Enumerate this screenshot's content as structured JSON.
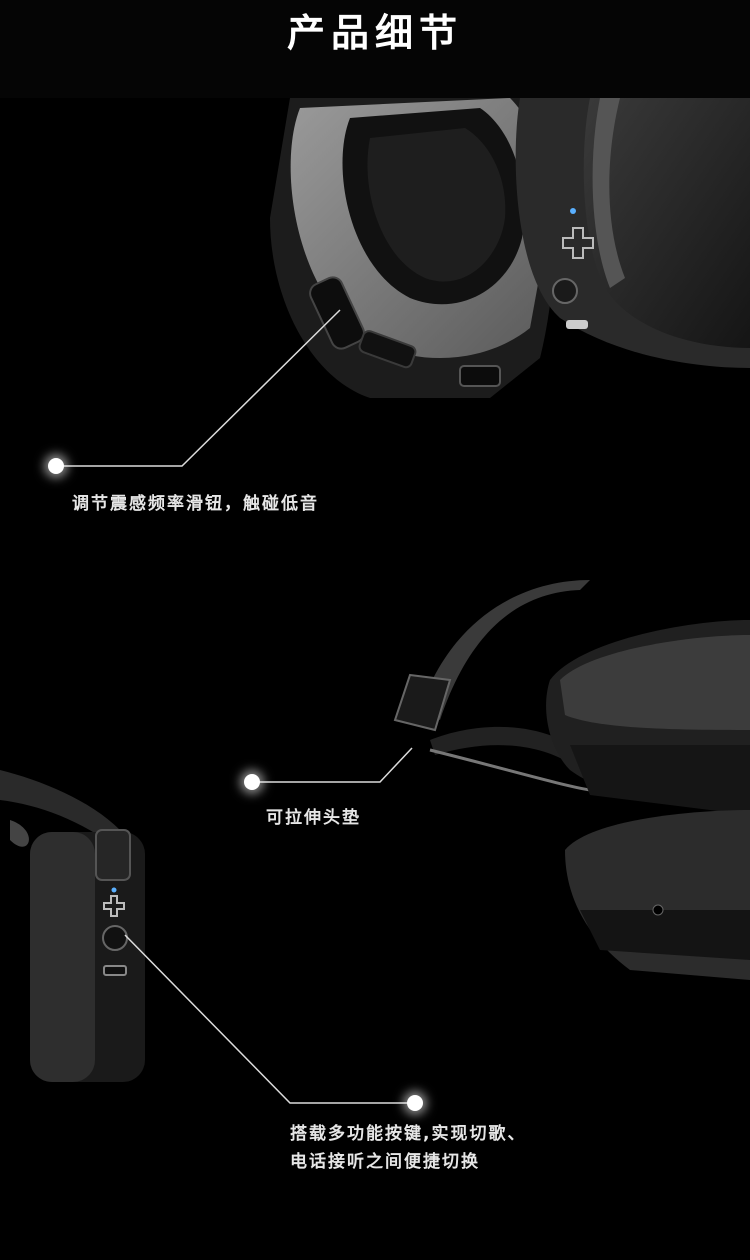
{
  "title": "产品细节",
  "callouts": [
    {
      "text": "调节震感频率滑钮，触碰低音"
    },
    {
      "text": "可拉伸头垫"
    },
    {
      "lines": [
        "搭载多功能按键,实现切歌、",
        "电话接听之间便捷切换"
      ]
    }
  ]
}
